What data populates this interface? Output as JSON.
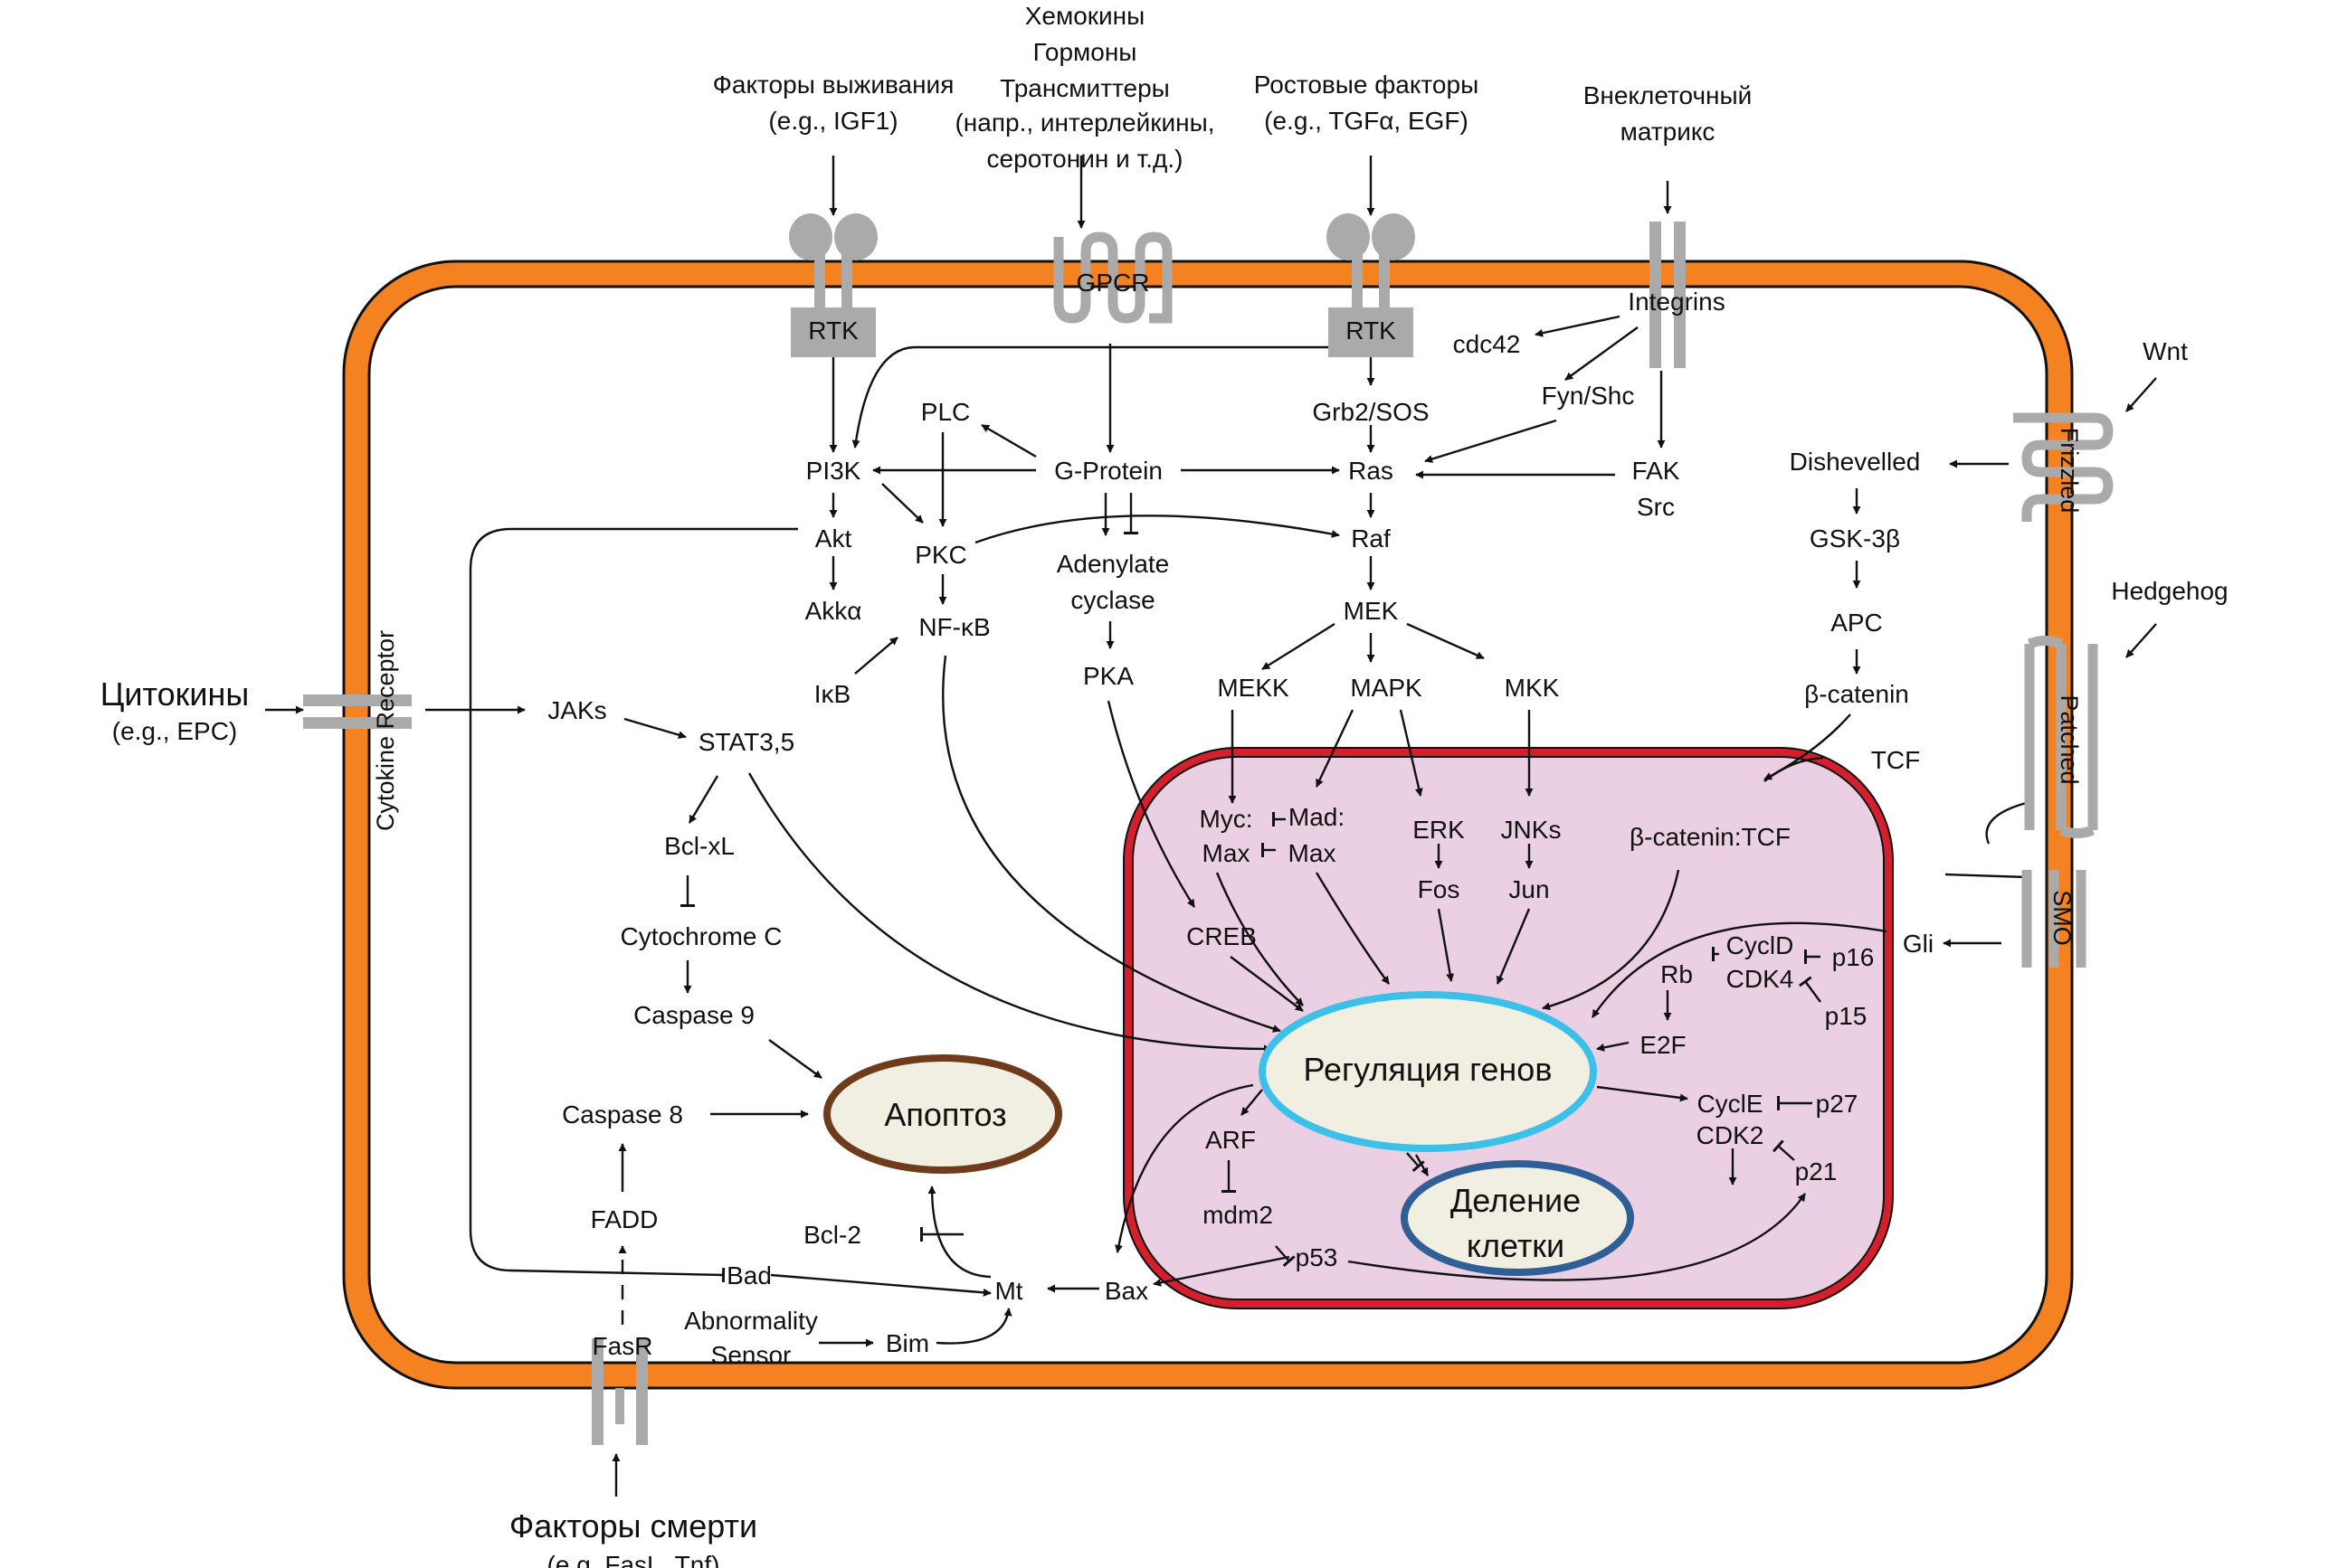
{
  "colors": {
    "membrane": "#f58220",
    "nucleus_fill": "#ebd0e3",
    "nucleus_border": "#d4202c",
    "gene_oval_fill": "#f0efe1",
    "gene_oval_border": "#3cc0ea",
    "apoptosis_border": "#6e3b1b",
    "division_border": "#305e96",
    "receptor_gray": "#aaaaaa"
  },
  "extracellular": {
    "survival_factors": [
      "Факторы выживания",
      "(e.g., IGF1)"
    ],
    "chemokines": [
      "Хемокины",
      "Гормоны",
      "Трансмиттеры",
      "(напр., интерлейкины,",
      "серотонин и т.д.)"
    ],
    "growth_factors": [
      "Ростовые факторы",
      "(e.g., TGFα, EGF)"
    ],
    "ecm": [
      "Внеклеточный",
      "матрикс"
    ],
    "cytokines": [
      "Цитокины",
      "(e.g., EPC)"
    ],
    "death_factors": [
      "Факторы смерти",
      "(e.g. FasL, Tnf)"
    ],
    "wnt": "Wnt",
    "hedgehog": "Hedgehog"
  },
  "receptors": {
    "rtk1": "RTK",
    "gpcr": "GPCR",
    "rtk2": "RTK",
    "integrins": "Integrins",
    "cytokine_receptor": "Cytokine Receptor",
    "fasr": "FasR",
    "frizzled": "Frizzled",
    "patched": "Patched",
    "smo": "SMO"
  },
  "nodes": {
    "cdc42": "cdc42",
    "grb2sos": "Grb2/SOS",
    "fynshc": "Fyn/Shc",
    "plc": "PLC",
    "gprotein": "G-Protein",
    "pi3k": "PI3K",
    "ras": "Ras",
    "fak": "FAK",
    "src": "Src",
    "akt": "Akt",
    "pkc": "PKC",
    "adenylate1": "Adenylate",
    "adenylate2": "cyclase",
    "raf": "Raf",
    "akka": "Akkα",
    "nfkb": "NF-κB",
    "mek": "MEK",
    "ikb": "IκB",
    "pka": "PKA",
    "mekk": "MEKK",
    "mapk": "MAPK",
    "mkk": "MKK",
    "jaks": "JAKs",
    "stat": "STAT3,5",
    "bclxl": "Bcl-xL",
    "cytc": "Cytochrome C",
    "casp9": "Caspase 9",
    "casp8": "Caspase 8",
    "fadd": "FADD",
    "bcl2": "Bcl-2",
    "bad": "Bad",
    "mt": "Mt",
    "bax": "Bax",
    "abn1": "Abnormality",
    "abn2": "Sensor",
    "bim": "Bim",
    "dishevelled": "Dishevelled",
    "gsk": "GSK-3β",
    "apc": "APC",
    "bcatenin": "β-catenin",
    "tcf": "TCF",
    "gli": "Gli"
  },
  "nuclear": {
    "myc": "Myc:",
    "max1": "Max",
    "mad": "Mad:",
    "max2": "Max",
    "erk": "ERK",
    "fos": "Fos",
    "jnks": "JNKs",
    "jun": "Jun",
    "bcat_tcf": "β-catenin:TCF",
    "creb": "CREB",
    "cycld": "CyclD",
    "p16": "p16",
    "rb": "Rb",
    "cdk4": "CDK4",
    "p15": "p15",
    "e2f": "E2F",
    "cycle": "CyclE",
    "p27": "p27",
    "cdk2": "CDK2",
    "p21": "p21",
    "arf": "ARF",
    "mdm2": "mdm2",
    "p53": "p53"
  },
  "outcomes": {
    "gene_regulation": "Регуляция генов",
    "apoptosis": "Апоптоз",
    "division": [
      "Деление",
      "клетки"
    ]
  }
}
